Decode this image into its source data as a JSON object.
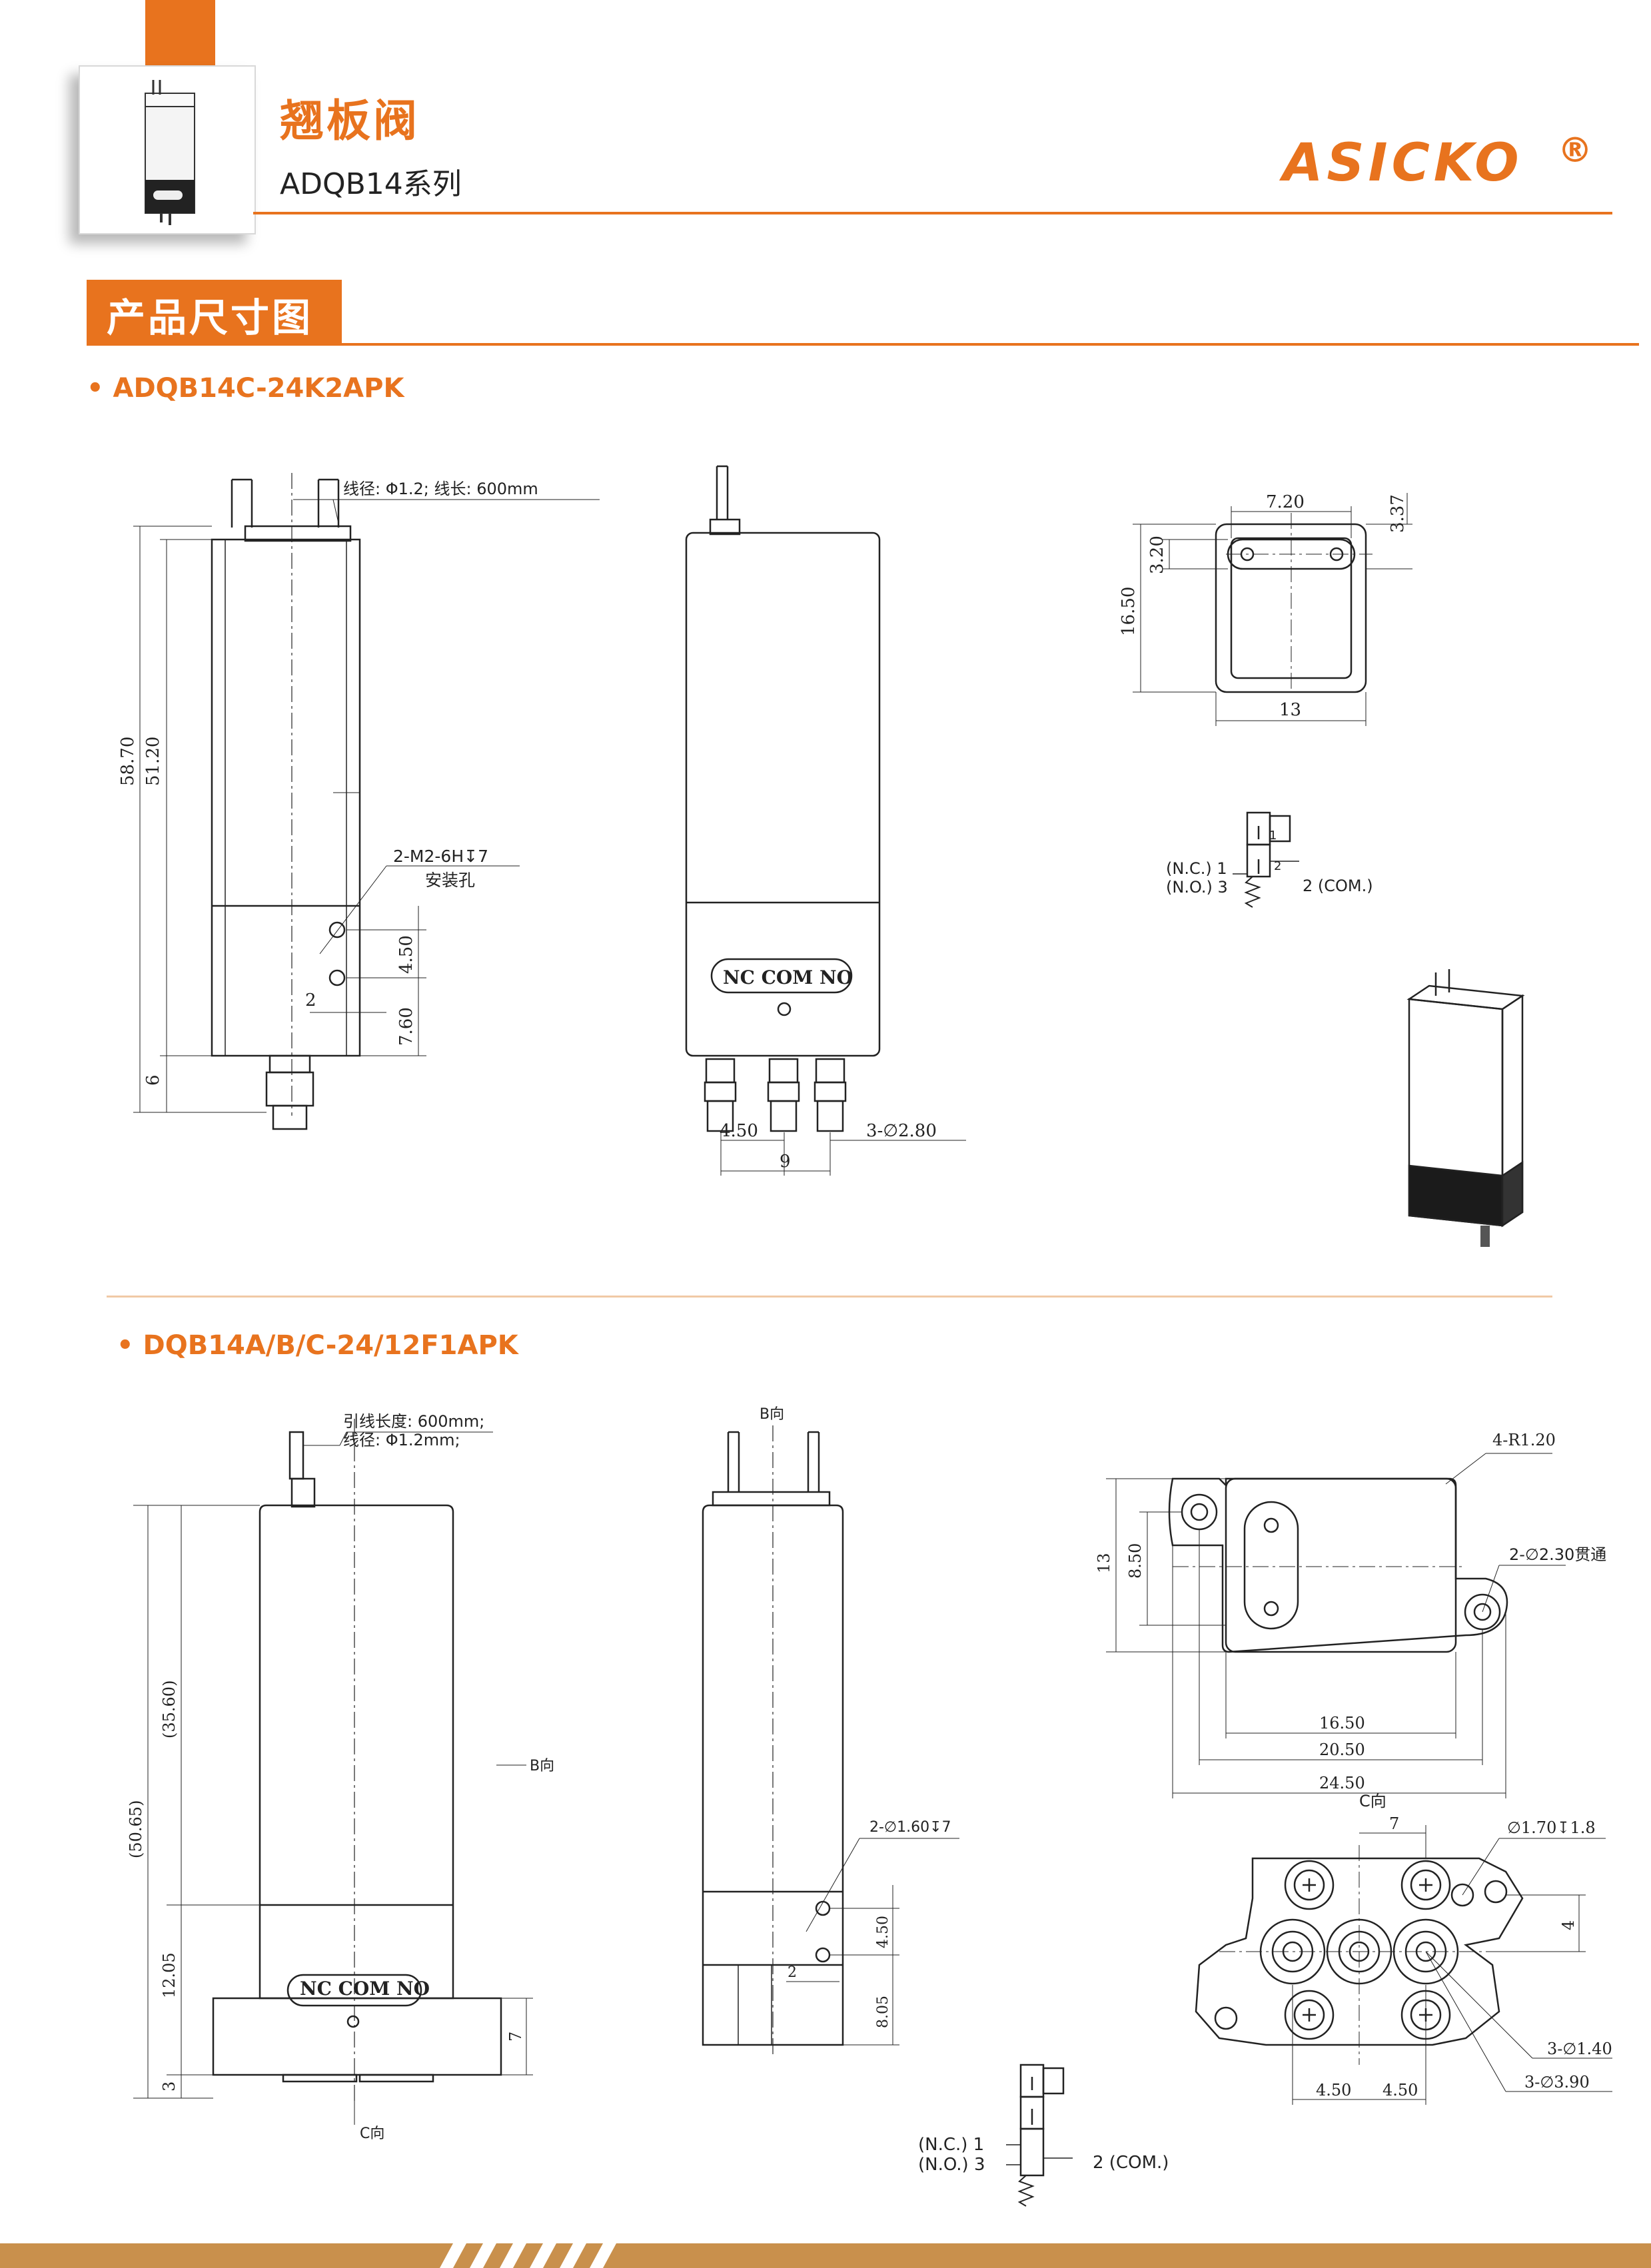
{
  "header": {
    "title": "翘板阀",
    "subtitle": "ADQB14系列",
    "logo": "ASICKO",
    "logo_mark": "®"
  },
  "section": {
    "title": "产品尺寸图"
  },
  "model1": {
    "name": "• ADQB14C-24K2APK",
    "wire_note": "线径: Φ1.2; 线长: 600mm",
    "dims": {
      "total_h": "58.70",
      "body_h": "51.20",
      "bottom_h": "6",
      "hole_note1": "2-M2-6H↧7",
      "hole_note2": "安装孔",
      "hole_pitch": "4.50",
      "hole_off": "7.60",
      "hole_x": "2",
      "port_pitch": "4.50",
      "port_span": "9",
      "port_dia": "3-∅2.80",
      "top_w": "7.20",
      "top_small": "3.37",
      "top_h": "16.50",
      "top_slot": "3.20",
      "top_base": "13"
    },
    "port_label": "NC COM NO",
    "symbol": {
      "nc": "(N.C.) 1",
      "no": "(N.O.) 3",
      "com": "2 (COM.)",
      "p1": "1",
      "p2": "2"
    }
  },
  "model2": {
    "name": "• DQB14A/B/C-24/12F1APK",
    "wire_note1": "引线长度: 600mm;",
    "wire_note2": "线径: Φ1.2mm;",
    "dims": {
      "total_h": "(50.65)",
      "upper_h": "(35.60)",
      "lower_h": "12.05",
      "base_h": "3",
      "base_side": "7",
      "b_dir": "B向",
      "c_dir": "C向",
      "b_top": "B向",
      "hole_note": "2-∅1.60↧7",
      "hole_pitch": "4.50",
      "hole_x": "2",
      "hole_off": "8.05",
      "top_r": "4-R1.20",
      "top_hole": "2-∅2.30贯通",
      "top_h": "13",
      "top_mid": "8.50",
      "top_w1": "16.50",
      "top_w2": "20.50",
      "top_w3": "24.50",
      "c_view": "C向",
      "c_w": "7",
      "c_pin": "∅1.70↧1.8",
      "c_side": "4",
      "c_d1": "3-∅1.40",
      "c_d2": "3-∅3.90",
      "c_p1": "4.50",
      "c_p2": "4.50"
    },
    "port_label": "NC COM NO",
    "symbol": {
      "nc": "(N.C.) 1",
      "no": "(N.O.) 3",
      "com": "2 (COM.)"
    }
  },
  "colors": {
    "accent": "#e8731e",
    "footer": "#c9904c"
  }
}
